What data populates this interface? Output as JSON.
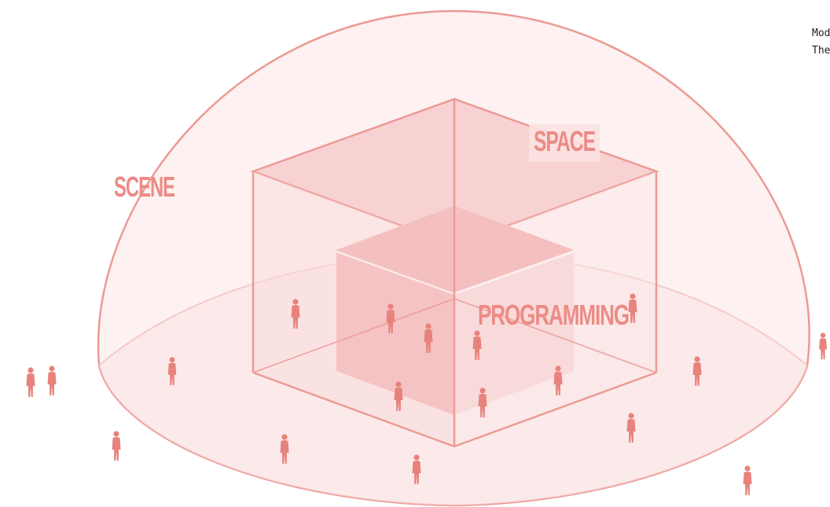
{
  "labels": {
    "scene": "SCENE",
    "space": "SPACE",
    "programming": "PROGRAMMING"
  },
  "side_text": {
    "line1": "Mod",
    "line2": "The"
  },
  "colors": {
    "accent": "#ec8b86",
    "dome_fill": "#fdeeee",
    "box_fill": "#f7cfcf",
    "figure": "#e8827c"
  }
}
